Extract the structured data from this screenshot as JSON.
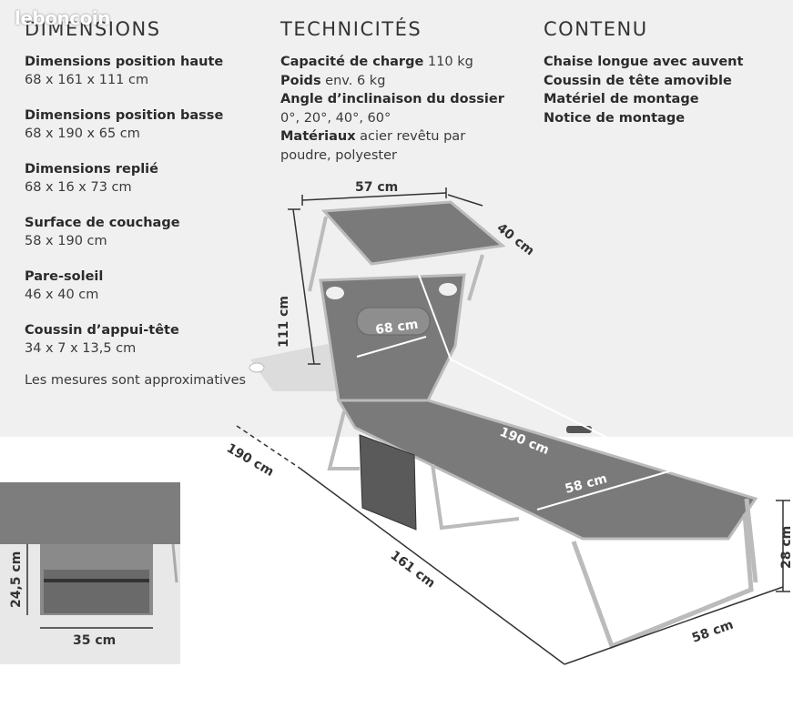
{
  "watermark": "leboncoin",
  "dimensions": {
    "heading": "DIMENSIONS",
    "items": [
      {
        "label": "Dimensions position haute",
        "value": "68 x 161 x 111 cm"
      },
      {
        "label": "Dimensions position basse",
        "value": "68 x 190 x 65 cm"
      },
      {
        "label": "Dimensions replié",
        "value": "68 x 16 x 73 cm"
      },
      {
        "label": "Surface de couchage",
        "value": "58 x 190 cm"
      },
      {
        "label": "Pare-soleil",
        "value": "46 x 40 cm"
      },
      {
        "label": "Coussin d’appui-tête",
        "value": "34 x 7 x 13,5 cm"
      }
    ],
    "note": "Les mesures sont approximatives"
  },
  "technicites": {
    "heading": "TECHNICITÉS",
    "load_label": "Capacité de charge",
    "load_value": " 110 kg",
    "weight_label": "Poids",
    "weight_value": " env. 6 kg",
    "angle_label": "Angle d’inclinaison du dossier",
    "angle_value": "0°, 20°, 40°, 60°",
    "material_label": "Matériaux",
    "material_value_1": " acier revêtu par",
    "material_value_2": "poudre, polyester"
  },
  "contenu": {
    "heading": "CONTENU",
    "items": [
      "Chaise longue avec auvent",
      "Coussin de tête amovible",
      "Matériel de montage",
      "Notice de montage"
    ]
  },
  "diagram_labels": {
    "canopy_width": "57 cm",
    "canopy_depth": "40 cm",
    "total_height": "111 cm",
    "back_width": "68 cm",
    "length_flat": "190 cm",
    "bed_length": "190 cm",
    "bed_width": "58 cm",
    "length": "161 cm",
    "leg_height": "28 cm",
    "foot_width": "58 cm",
    "pocket_height": "24,5 cm",
    "pocket_width": "35 cm"
  }
}
